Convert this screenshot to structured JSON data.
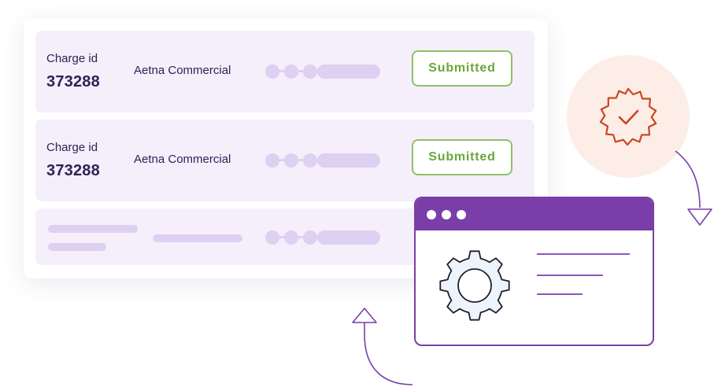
{
  "rows": [
    {
      "charge_label": "Charge id",
      "charge_id": "373288",
      "payer": "Aetna Commercial",
      "status": "Submitted"
    },
    {
      "charge_label": "Charge id",
      "charge_id": "373288",
      "payer": "Aetna Commercial",
      "status": "Submitted"
    }
  ],
  "colors": {
    "brand_purple": "#7a3ea9",
    "row_background": "#f4effb",
    "placeholder": "#ddd0f1",
    "status_green": "#6aa73a",
    "verify_orange": "#c8461e",
    "verify_circle_bg": "#fcede6"
  },
  "icons": {
    "verified": "verified-badge-icon",
    "settings": "gear-icon",
    "arrow_down": "curved-arrow-down-icon",
    "arrow_up": "curved-arrow-up-icon"
  }
}
